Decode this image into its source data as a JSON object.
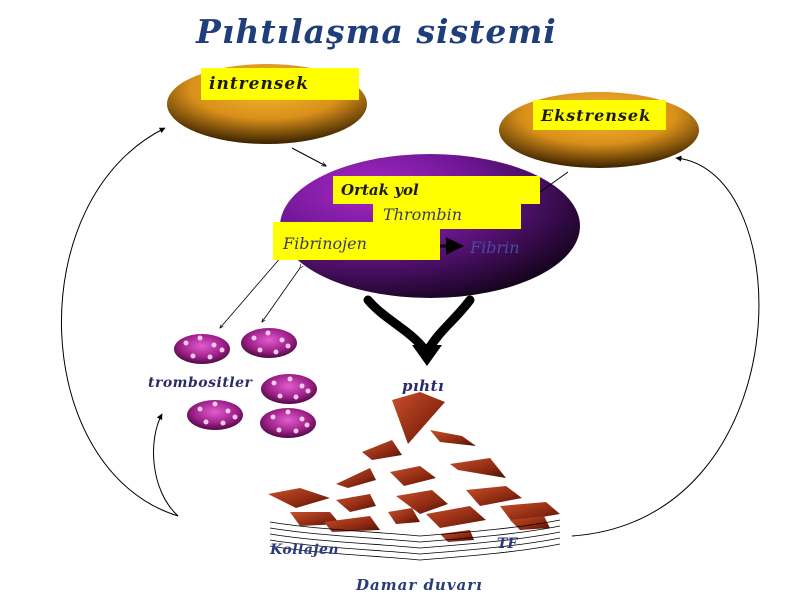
{
  "title": "Pıhtılaşma sistemi",
  "labels": {
    "intrinsic": "intrensek",
    "extrinsic": "Ekstrensek",
    "common_path": "Ortak yol",
    "thrombin": "Thrombin",
    "fibrinogen": "Fibrinojen",
    "fibrin": "Fibrin",
    "platelets": "trombositler",
    "clot": "pıhtı",
    "collagen": "Kollajen",
    "tissue_factor": "TF",
    "vessel_wall": "Damar duvarı"
  },
  "colors": {
    "title": "#1f3f7a",
    "label_box": "#ffff00",
    "pathway_ellipse": "#e8a020",
    "common_ellipse": "#8a1fa8",
    "platelet": "#b0309a",
    "clot": "#a8321a"
  }
}
